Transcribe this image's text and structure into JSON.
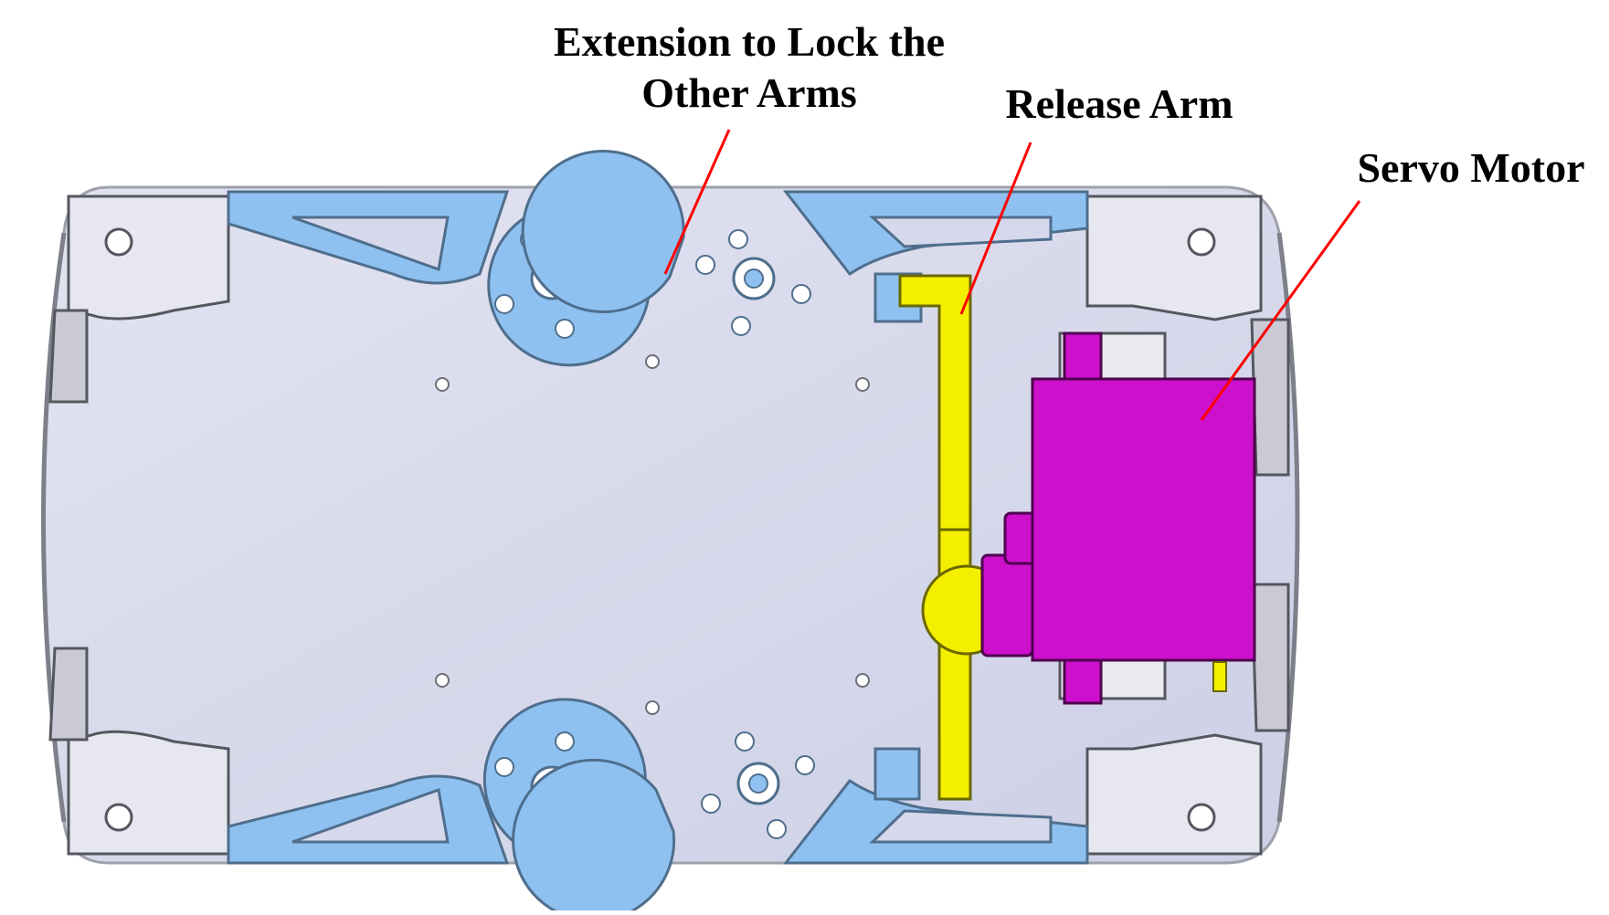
{
  "figure": {
    "labels": {
      "extension": [
        "Extension to Lock the",
        "Other Arms"
      ],
      "release_arm": "Release Arm",
      "servo_motor": "Servo Motor"
    },
    "colors": {
      "base_plate": "#d6d8ec",
      "plate_edge": "#9fa1ad",
      "arms": "#8fc1f0",
      "arm_edge": "#4f6e8c",
      "release_arm": "#f4ef00",
      "servo": "#cc10cc",
      "leader_line": "#ff0000",
      "text": "#000000"
    }
  }
}
